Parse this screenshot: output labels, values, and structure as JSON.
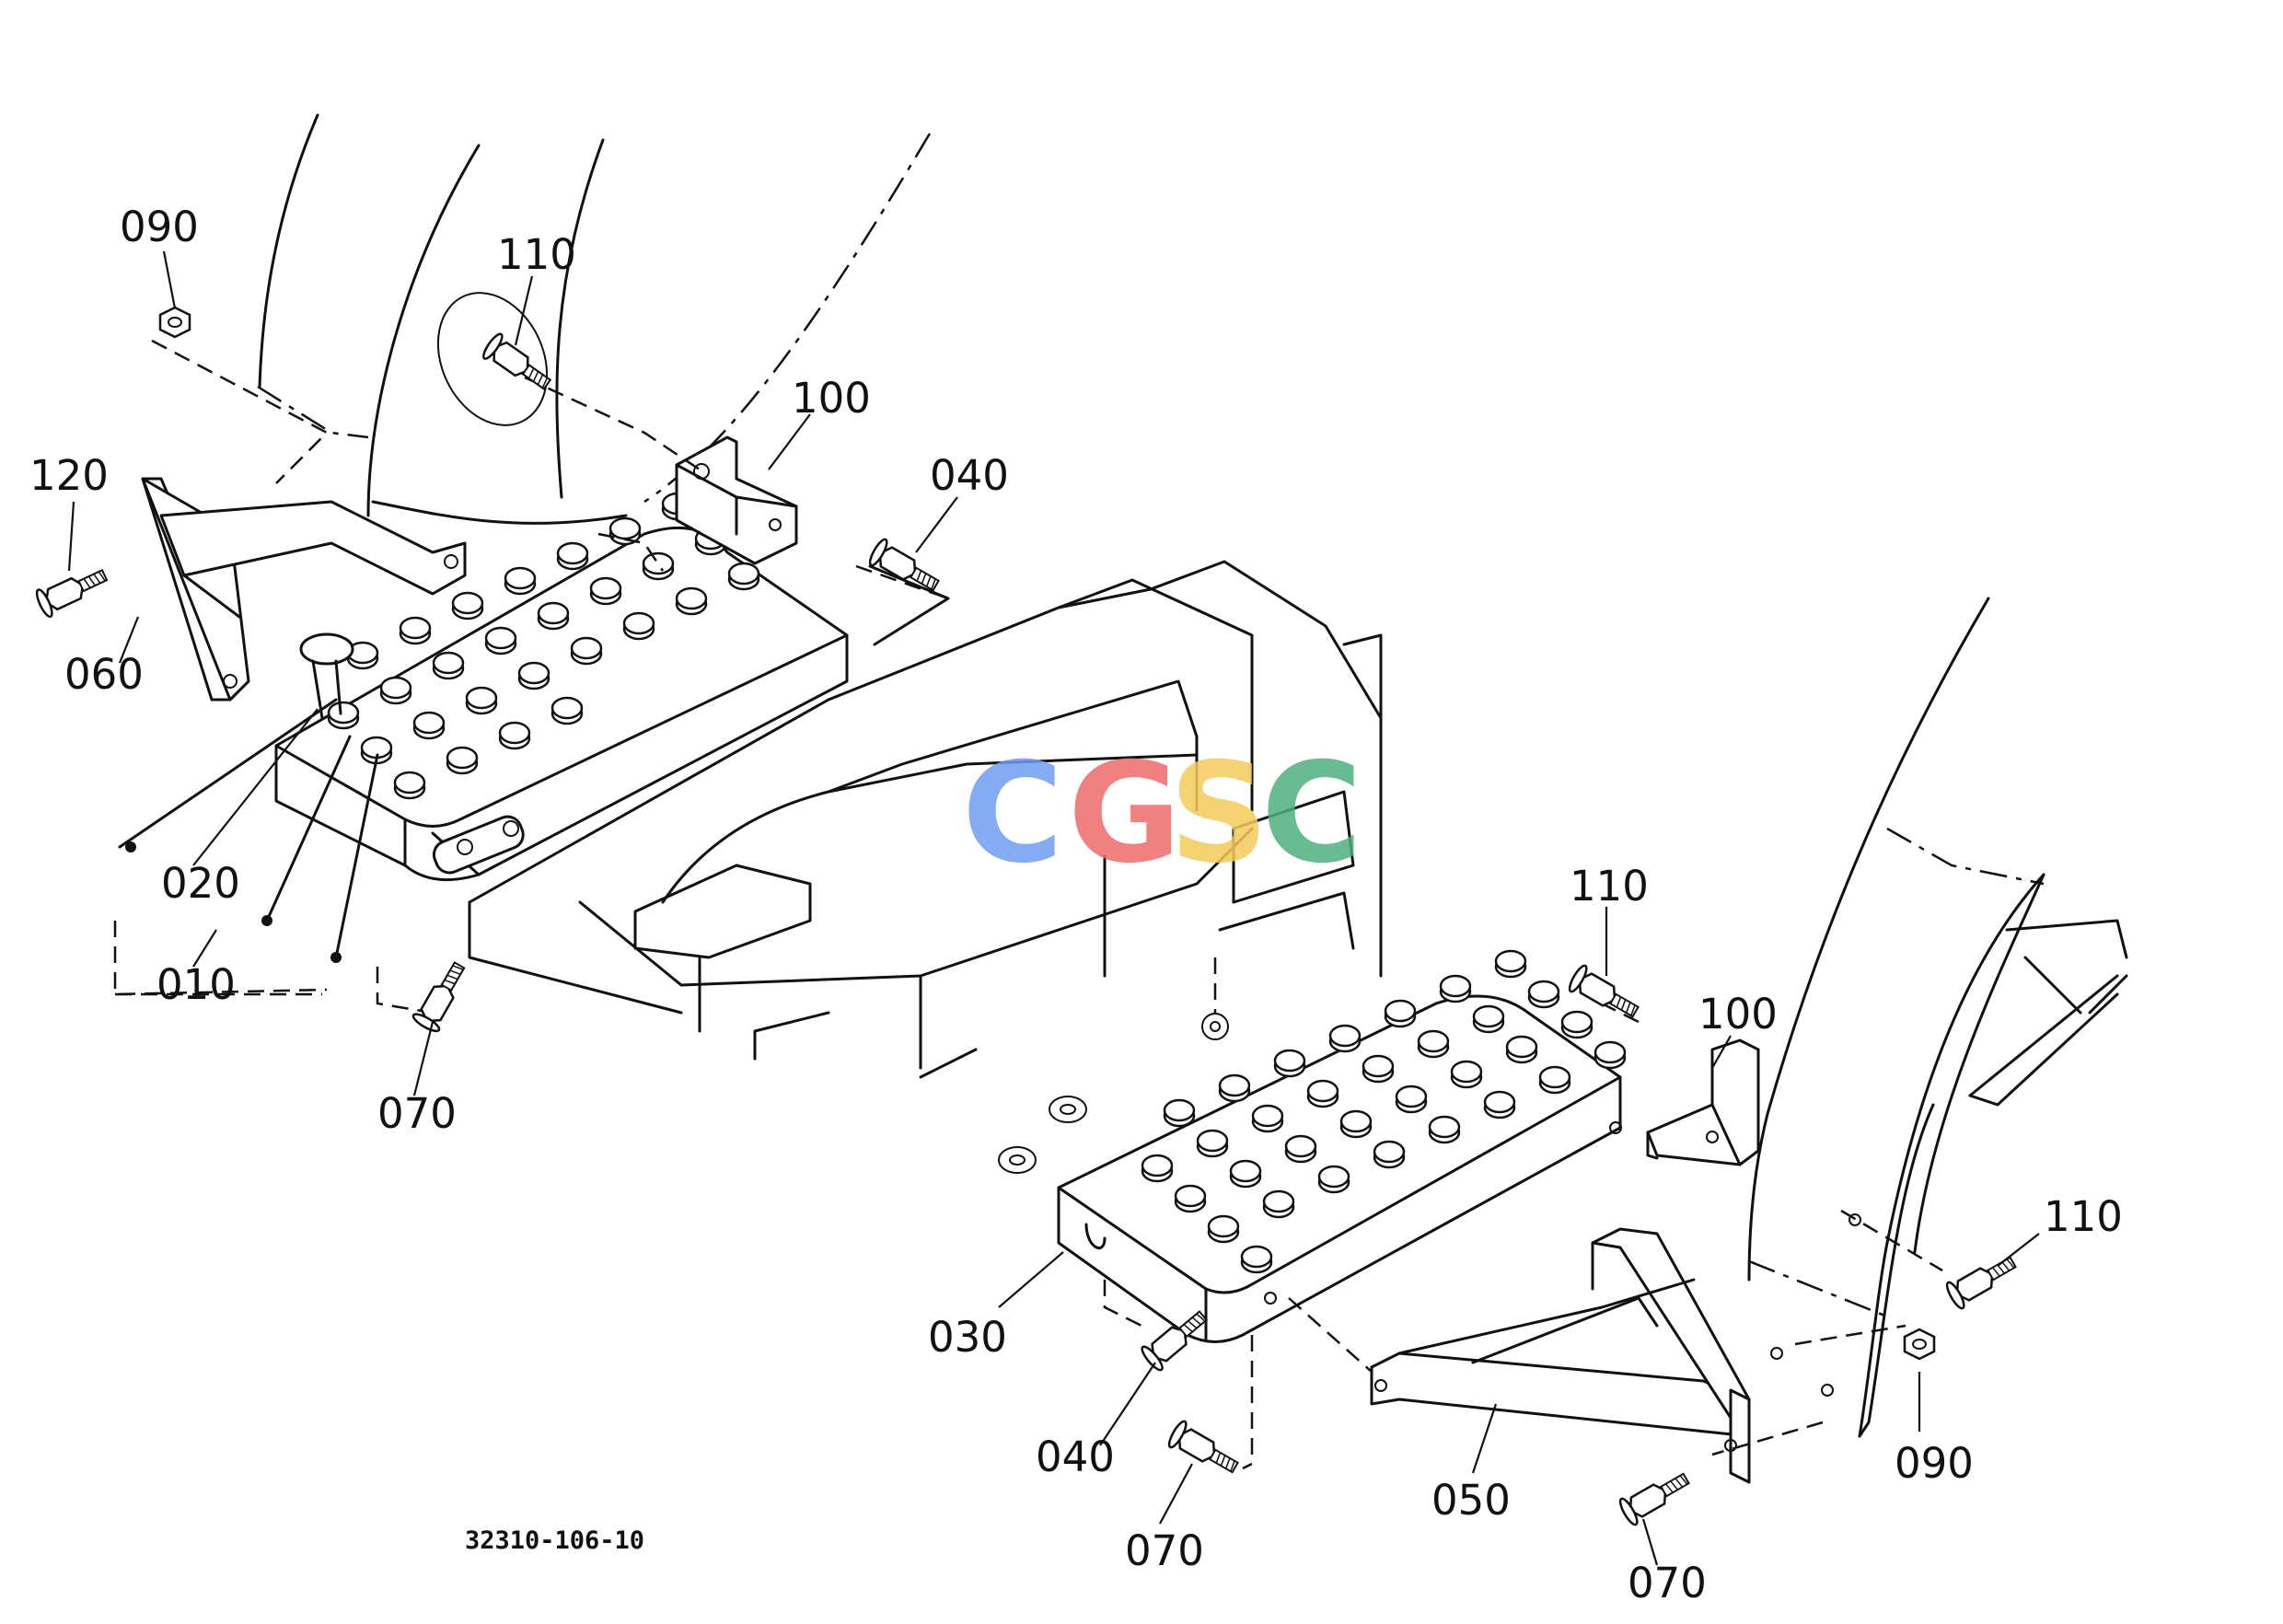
{
  "drawing_code": "32310-106-10",
  "watermark": {
    "letters": [
      {
        "ch": "C",
        "color": "#6f9ef0"
      },
      {
        "ch": "G",
        "color": "#ef6b6b"
      },
      {
        "ch": "S",
        "color": "#f4cc5a"
      },
      {
        "ch": "C",
        "color": "#4fb07e"
      }
    ]
  },
  "callouts": [
    {
      "id": "090_left",
      "text": "090"
    },
    {
      "id": "110_top",
      "text": "110"
    },
    {
      "id": "100_top",
      "text": "100"
    },
    {
      "id": "040_top",
      "text": "040"
    },
    {
      "id": "120",
      "text": "120"
    },
    {
      "id": "060",
      "text": "060"
    },
    {
      "id": "020",
      "text": "020"
    },
    {
      "id": "010",
      "text": "010"
    },
    {
      "id": "070_left",
      "text": "070"
    },
    {
      "id": "110_mid",
      "text": "110"
    },
    {
      "id": "100_right",
      "text": "100"
    },
    {
      "id": "110_right",
      "text": "110"
    },
    {
      "id": "030",
      "text": "030"
    },
    {
      "id": "040_bottom",
      "text": "040"
    },
    {
      "id": "070_bottom",
      "text": "070"
    },
    {
      "id": "050",
      "text": "050"
    },
    {
      "id": "090_right",
      "text": "090"
    },
    {
      "id": "070_right",
      "text": "070"
    }
  ]
}
